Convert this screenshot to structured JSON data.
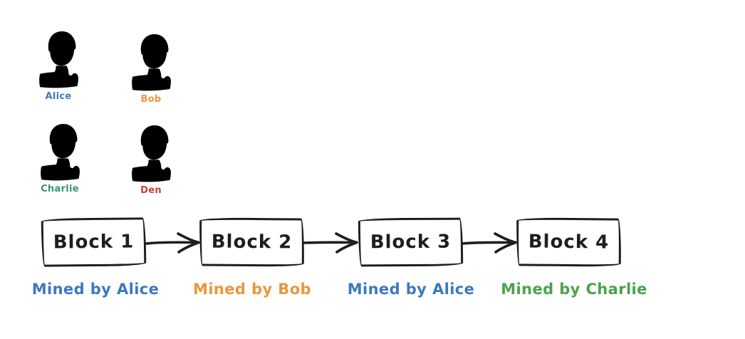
{
  "canvas": {
    "background": "#ffffff",
    "ink_color": "#1e1e1e"
  },
  "actors": [
    {
      "name": "Alice",
      "color": "#3d78c2"
    },
    {
      "name": "Bob",
      "color": "#e8973c"
    },
    {
      "name": "Charlie",
      "color": "#35976b"
    },
    {
      "name": "Den",
      "color": "#d23b35"
    }
  ],
  "chain": {
    "blocks": [
      {
        "label": "Block 1",
        "miner": "Mined by Alice",
        "miner_color": "#3d78c2"
      },
      {
        "label": "Block 2",
        "miner": "Mined by Bob",
        "miner_color": "#e8973c"
      },
      {
        "label": "Block 3",
        "miner": "Mined by Alice",
        "miner_color": "#3d78c2"
      },
      {
        "label": "Block 4",
        "miner": "Mined by Charlie",
        "miner_color": "#4aa34c"
      }
    ]
  },
  "icons": {
    "person": "person-icon",
    "connector": "arrow-right-icon"
  }
}
